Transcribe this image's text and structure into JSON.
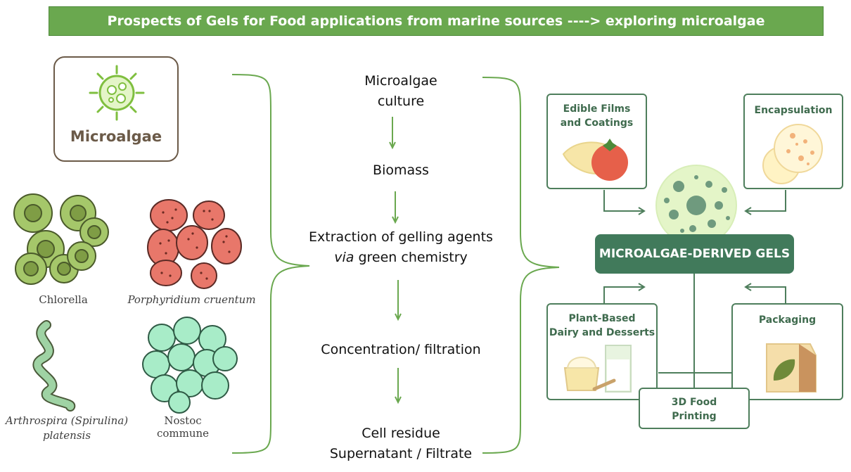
{
  "title": "Prospects of Gels for Food applications from marine sources ----> exploring microalgae",
  "source": {
    "label": "Microalgae",
    "species": [
      {
        "name": "Chlorella",
        "italic": false
      },
      {
        "name": "Porphyridium cruentum",
        "italic": true
      },
      {
        "name": "Arthrospira (Spirulina)",
        "name2": "platensis",
        "italic": true
      },
      {
        "name": "Nostoc commune",
        "italic": false
      }
    ]
  },
  "process": {
    "step1_line1": "Microalgae",
    "step1_line2": "culture",
    "step2": "Biomass",
    "step3_line1": "Extraction of gelling agents",
    "step3_via": "via",
    "step3_rest": " green chemistry",
    "step4": "Concentration/ filtration",
    "step5_line1": "Cell residue",
    "step5_line2": "Supernatant / Filtrate"
  },
  "applications": {
    "center": "MICROALGAE-DERIVED GELS",
    "edible": "Edible Films\nand Coatings",
    "encapsulation": "Encapsulation",
    "dairy": "Plant-Based\nDairy and Desserts",
    "packaging": "Packaging",
    "printing": "3D Food\nPrinting"
  },
  "colors": {
    "banner": "#6aa84f",
    "dark_green": "#417a5b",
    "chlorella": "#a5c76a",
    "porphyridium": "#e8776a",
    "spirulina": "#9fd3a4",
    "nostoc": "#a8ecc8"
  }
}
